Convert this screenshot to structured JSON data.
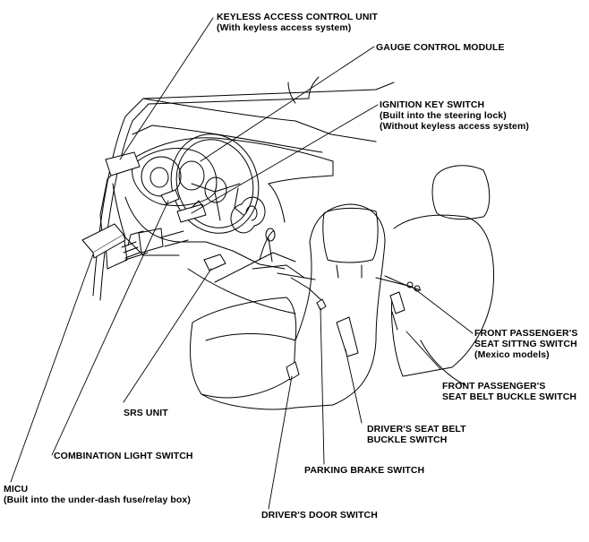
{
  "labels": {
    "keyless": {
      "line1": "KEYLESS ACCESS CONTROL UNIT",
      "line2": "(With keyless access system)"
    },
    "gauge": {
      "line1": "GAUGE CONTROL MODULE"
    },
    "ignition": {
      "line1": "IGNITION KEY SWITCH",
      "line2": "(Built into the steering lock)",
      "line3": "(Without keyless access system)"
    },
    "passenger_sitting": {
      "line1": "FRONT PASSENGER'S",
      "line2": "SEAT SITTNG SWITCH",
      "line3": "(Mexico models)"
    },
    "passenger_buckle": {
      "line1": "FRONT PASSENGER'S",
      "line2": "SEAT BELT BUCKLE SWITCH"
    },
    "srs": {
      "line1": "SRS UNIT"
    },
    "driver_buckle": {
      "line1": "DRIVER'S SEAT BELT",
      "line2": "BUCKLE SWITCH"
    },
    "combination": {
      "line1": "COMBINATION LIGHT SWITCH"
    },
    "parking": {
      "line1": "PARKING BRAKE SWITCH"
    },
    "micu": {
      "line1": "MICU",
      "line2": "(Built into the under-dash fuse/relay box)"
    },
    "door": {
      "line1": "DRIVER'S DOOR SWITCH"
    }
  }
}
